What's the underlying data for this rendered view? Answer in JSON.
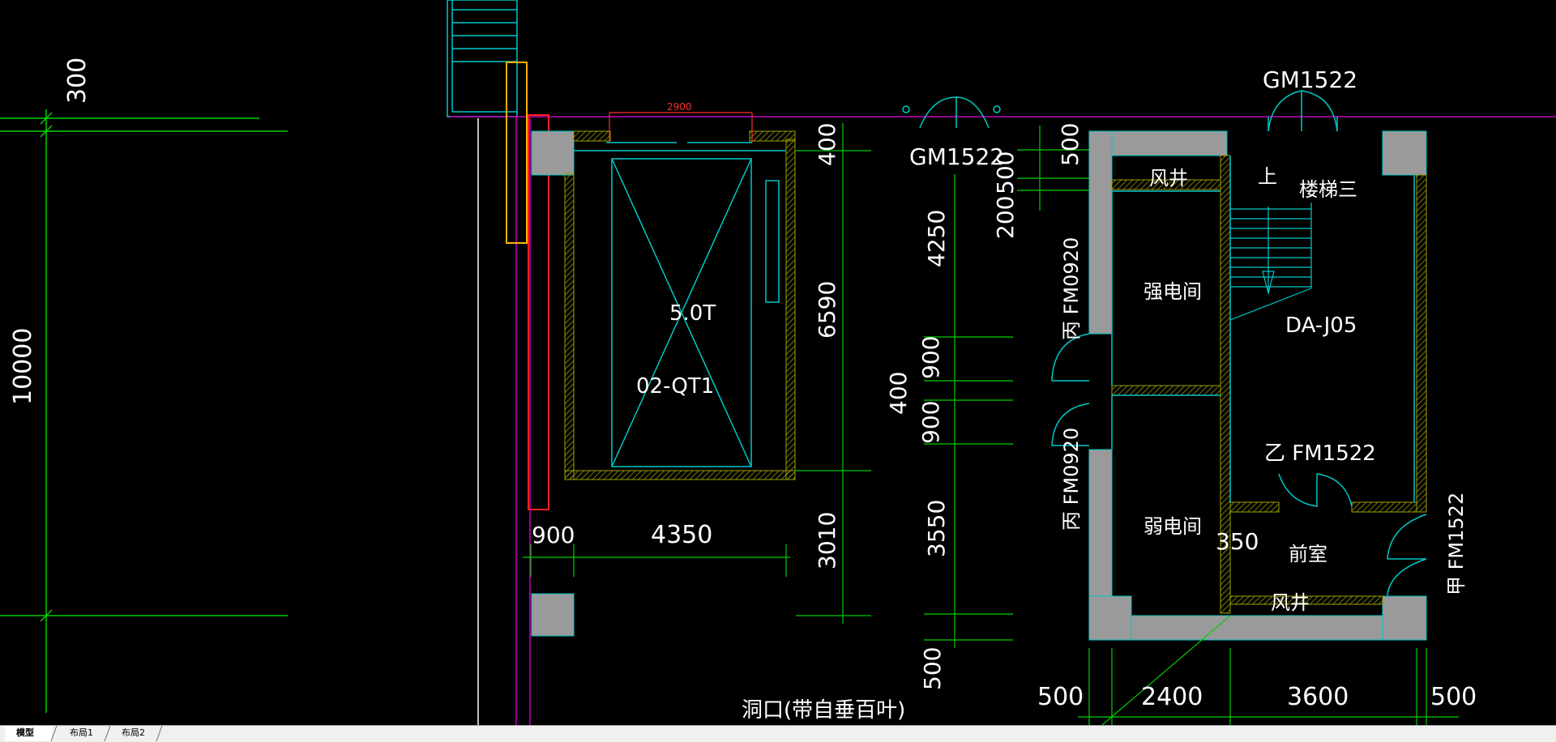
{
  "drawing": {
    "dims": {
      "d300": "300",
      "d10000": "10000",
      "d2900": "2900",
      "d400_top": "400",
      "d6590": "6590",
      "d3010": "3010",
      "d900_bottom": "900",
      "d4350": "4350",
      "d4250": "4250",
      "d400_mid": "400",
      "d900_a": "900",
      "d900_b": "900",
      "d3550": "3550",
      "d500_left_bottom": "500",
      "d500_top_a": "500",
      "d500_top_b": "500",
      "d200": "200",
      "d350": "350",
      "d500_b1": "500",
      "d2400": "2400",
      "d3600": "3600",
      "d500_b2": "500"
    },
    "labels": {
      "gm1522_a": "GM1522",
      "gm1522_b": "GM1522",
      "capacity": "5.0T",
      "elevator_code": "02-QT1",
      "fengjing_top": "风井",
      "fengjing_bottom": "风井",
      "shang": "上",
      "stair_name": "楼梯三",
      "strong_room": "强电间",
      "weak_room": "弱电间",
      "stair_code": "DA-J05",
      "door_fm0920_a": "丙 FM0920",
      "door_fm0920_b": "丙 FM0920",
      "door_fm1522_yi": "乙 FM1522",
      "door_fm1522_jia": "甲 FM1522",
      "qianshi": "前室",
      "opening_note": "洞口(带自垂百叶)"
    }
  },
  "tabs": [
    "模型",
    "布局1",
    "布局2"
  ],
  "colors": {
    "background": "#000000",
    "dim_green": "#00d000",
    "wall_cyan": "#00c8c8",
    "magenta": "#c000c0",
    "hatch_yellow": "#a0a000",
    "column_gray": "#9a9a9a",
    "red_box": "#ff2020",
    "orange_box": "#ffb000"
  }
}
